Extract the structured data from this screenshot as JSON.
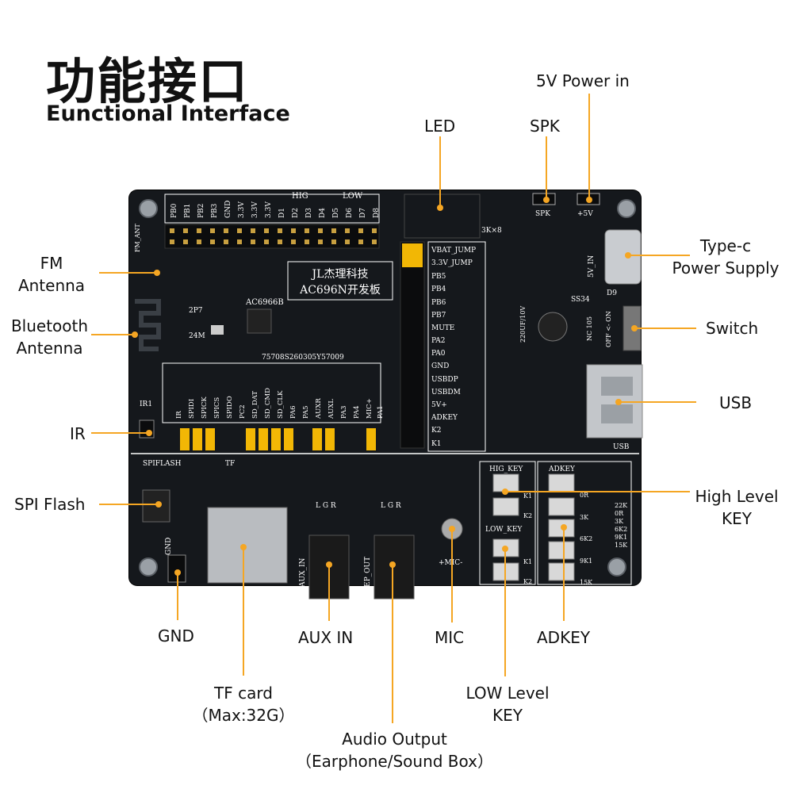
{
  "title": {
    "chinese": "功能接口",
    "english": "Eunctional Interface"
  },
  "labels": {
    "power_5v": "5V Power in",
    "led": "LED",
    "spk": "SPK",
    "typec_1": "Type-c",
    "typec_2": "Power Supply",
    "switch": "Switch",
    "usb": "USB",
    "high_key_1": "High Level",
    "high_key_2": "KEY",
    "fm_1": "FM",
    "fm_2": "Antenna",
    "bt_1": "Bluetooth",
    "bt_2": "Antenna",
    "ir": "IR",
    "spi_flash": "SPI Flash",
    "gnd": "GND",
    "tf_1": "TF card",
    "tf_2": "（Max:32G）",
    "aux_in": "AUX IN",
    "mic": "MIC",
    "adkey": "ADKEY",
    "low_key_1": "LOW Level",
    "low_key_2": "KEY",
    "audio_1": "Audio Output",
    "audio_2": "（Earphone/Sound Box）"
  },
  "silkscreen": {
    "brand": "JL杰理科技",
    "model": "AC696N开发板",
    "chip": "AC6966B",
    "serial": "75708S260305Y57009",
    "top_pins": [
      "PB0",
      "PB1",
      "PB2",
      "PB3",
      "GND",
      "3.3V",
      "3.3V",
      "3.3V",
      "D1",
      "D2",
      "D3",
      "D4",
      "D5",
      "D6",
      "D7",
      "D8"
    ],
    "hig": "HIG",
    "low": "LOW",
    "fm_ant": "FM_ANT",
    "right_pins": [
      "VBAT_JUMP",
      "3.3V_JUMP",
      "PB5",
      "PB4",
      "PB6",
      "PB7",
      "MUTE",
      "PA2",
      "PA0",
      "GND",
      "USBDP",
      "USBDM",
      "5V+",
      "ADKEY",
      "K2",
      "K1"
    ],
    "bottom_pins": [
      "IR",
      "SPIDI",
      "SPICK",
      "SPICS",
      "SPIDO",
      "PC2",
      "SD_DAT",
      "SD_CMD",
      "SD_CLK",
      "PA6",
      "PA5",
      "AUXR",
      "AUXL",
      "PA3",
      "PA4",
      "MIC+",
      "PA1"
    ],
    "spiflash": "SPIFLASH",
    "tf": "TF",
    "hig_key": "HIG_KEY",
    "low_key": "LOW_KEY",
    "adkey": "ADKEY",
    "aux_in": "AUX_IN",
    "ep_out": "EP_OUT",
    "spk": "SPK",
    "v5": "+5V",
    "usb": "USB",
    "ir1": "IR1",
    "gnd": "GND",
    "lgr": "L  G  R",
    "mic": "+MIC-",
    "k1": "K1",
    "k2": "K2",
    "res": [
      "0R",
      "3K",
      "6K2",
      "9K1",
      "15K"
    ],
    "res_list": [
      "22K",
      "0R",
      "3K",
      "6K2",
      "9K1",
      "15K"
    ],
    "k38": "3K×8",
    "cap": "220UF/10V",
    "d9": "D9",
    "ss34": "SS34",
    "onoff": "OFF <- ON",
    "n105": "NC 105",
    "v5in": "5V_IN",
    "p2p7": "2P7",
    "m24": "24M"
  },
  "colors": {
    "accent": "#f5a623",
    "board": "#15181c",
    "jumper": "#f2b705",
    "silk": "#ffffff"
  }
}
